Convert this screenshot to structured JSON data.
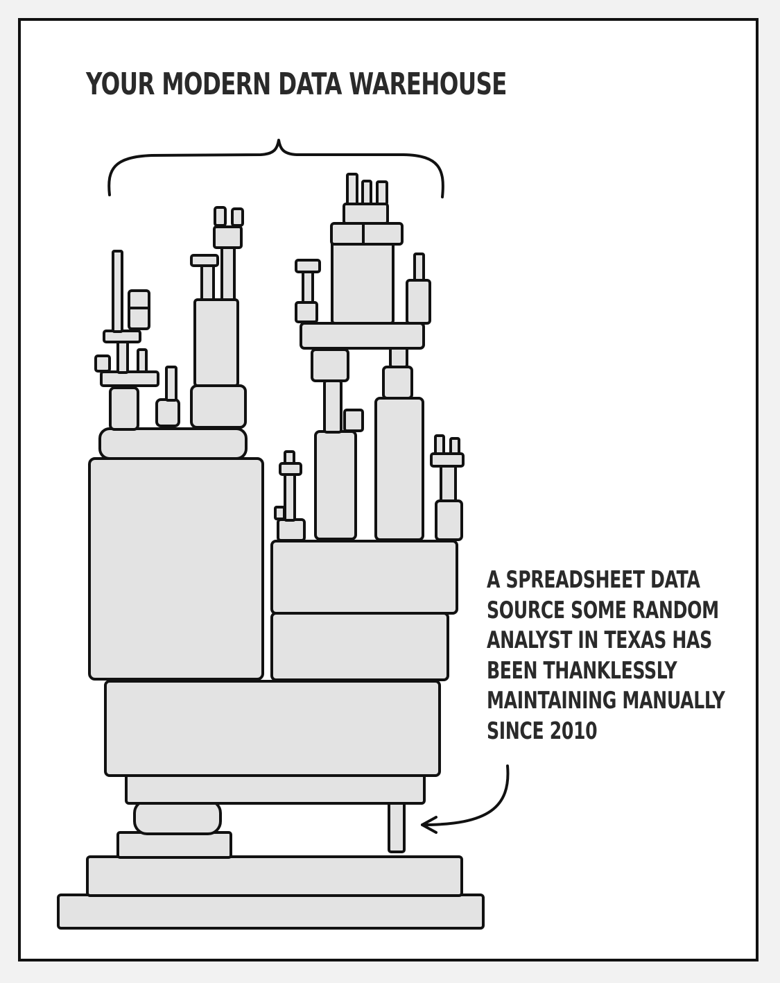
{
  "comic": {
    "title": "YOUR MODERN DATA WAREHOUSE",
    "caption_lines": [
      "A SPREADSHEET DATA",
      "SOURCE SOME RANDOM",
      "ANALYST IN TEXAS HAS",
      "BEEN THANKLESSLY",
      "MAINTAINING MANUALLY",
      "SINCE 2010"
    ]
  },
  "colors": {
    "block_fill": "#e3e3e3",
    "ink": "#111111",
    "text": "#2a2a2a",
    "background": "#ffffff"
  }
}
